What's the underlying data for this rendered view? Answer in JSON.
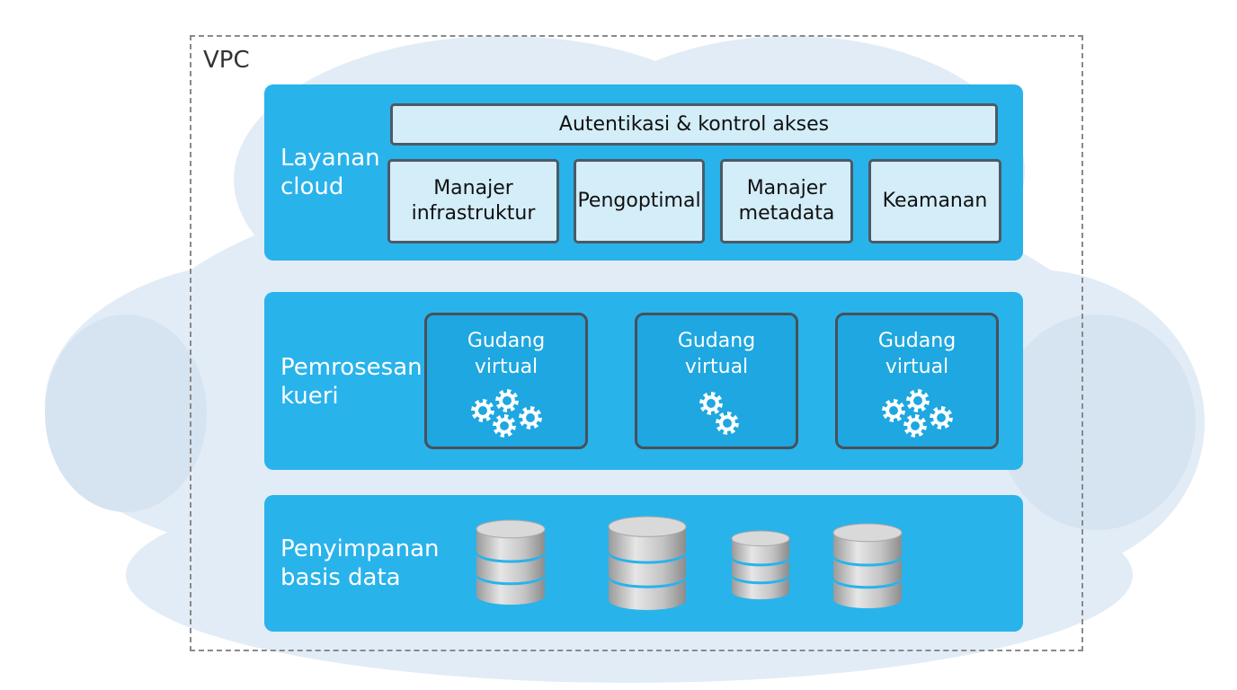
{
  "vpc": {
    "label": "VPC"
  },
  "layers": {
    "cloud_services": {
      "label_line1": "Layanan",
      "label_line2": "cloud",
      "auth": "Autentikasi & kontrol akses",
      "services": [
        {
          "line1": "Manajer",
          "line2": "infrastruktur"
        },
        {
          "line1": "Pengoptimal",
          "line2": ""
        },
        {
          "line1": "Manajer",
          "line2": "metadata"
        },
        {
          "line1": "Keamanan",
          "line2": ""
        }
      ]
    },
    "query_processing": {
      "label_line1": "Pemrosesan",
      "label_line2": "kueri",
      "warehouses": [
        {
          "line1": "Gudang",
          "line2": "virtual",
          "gears": 4
        },
        {
          "line1": "Gudang",
          "line2": "virtual",
          "gears": 2
        },
        {
          "line1": "Gudang",
          "line2": "virtual",
          "gears": 4
        }
      ]
    },
    "storage": {
      "label_line1": "Penyimpanan",
      "label_line2": "basis data",
      "databases": 4
    }
  },
  "colors": {
    "layer": "#29b3eb",
    "light_box": "#d3edf9",
    "cloud": "#dfe9f4",
    "database": "#c8c8c8"
  }
}
